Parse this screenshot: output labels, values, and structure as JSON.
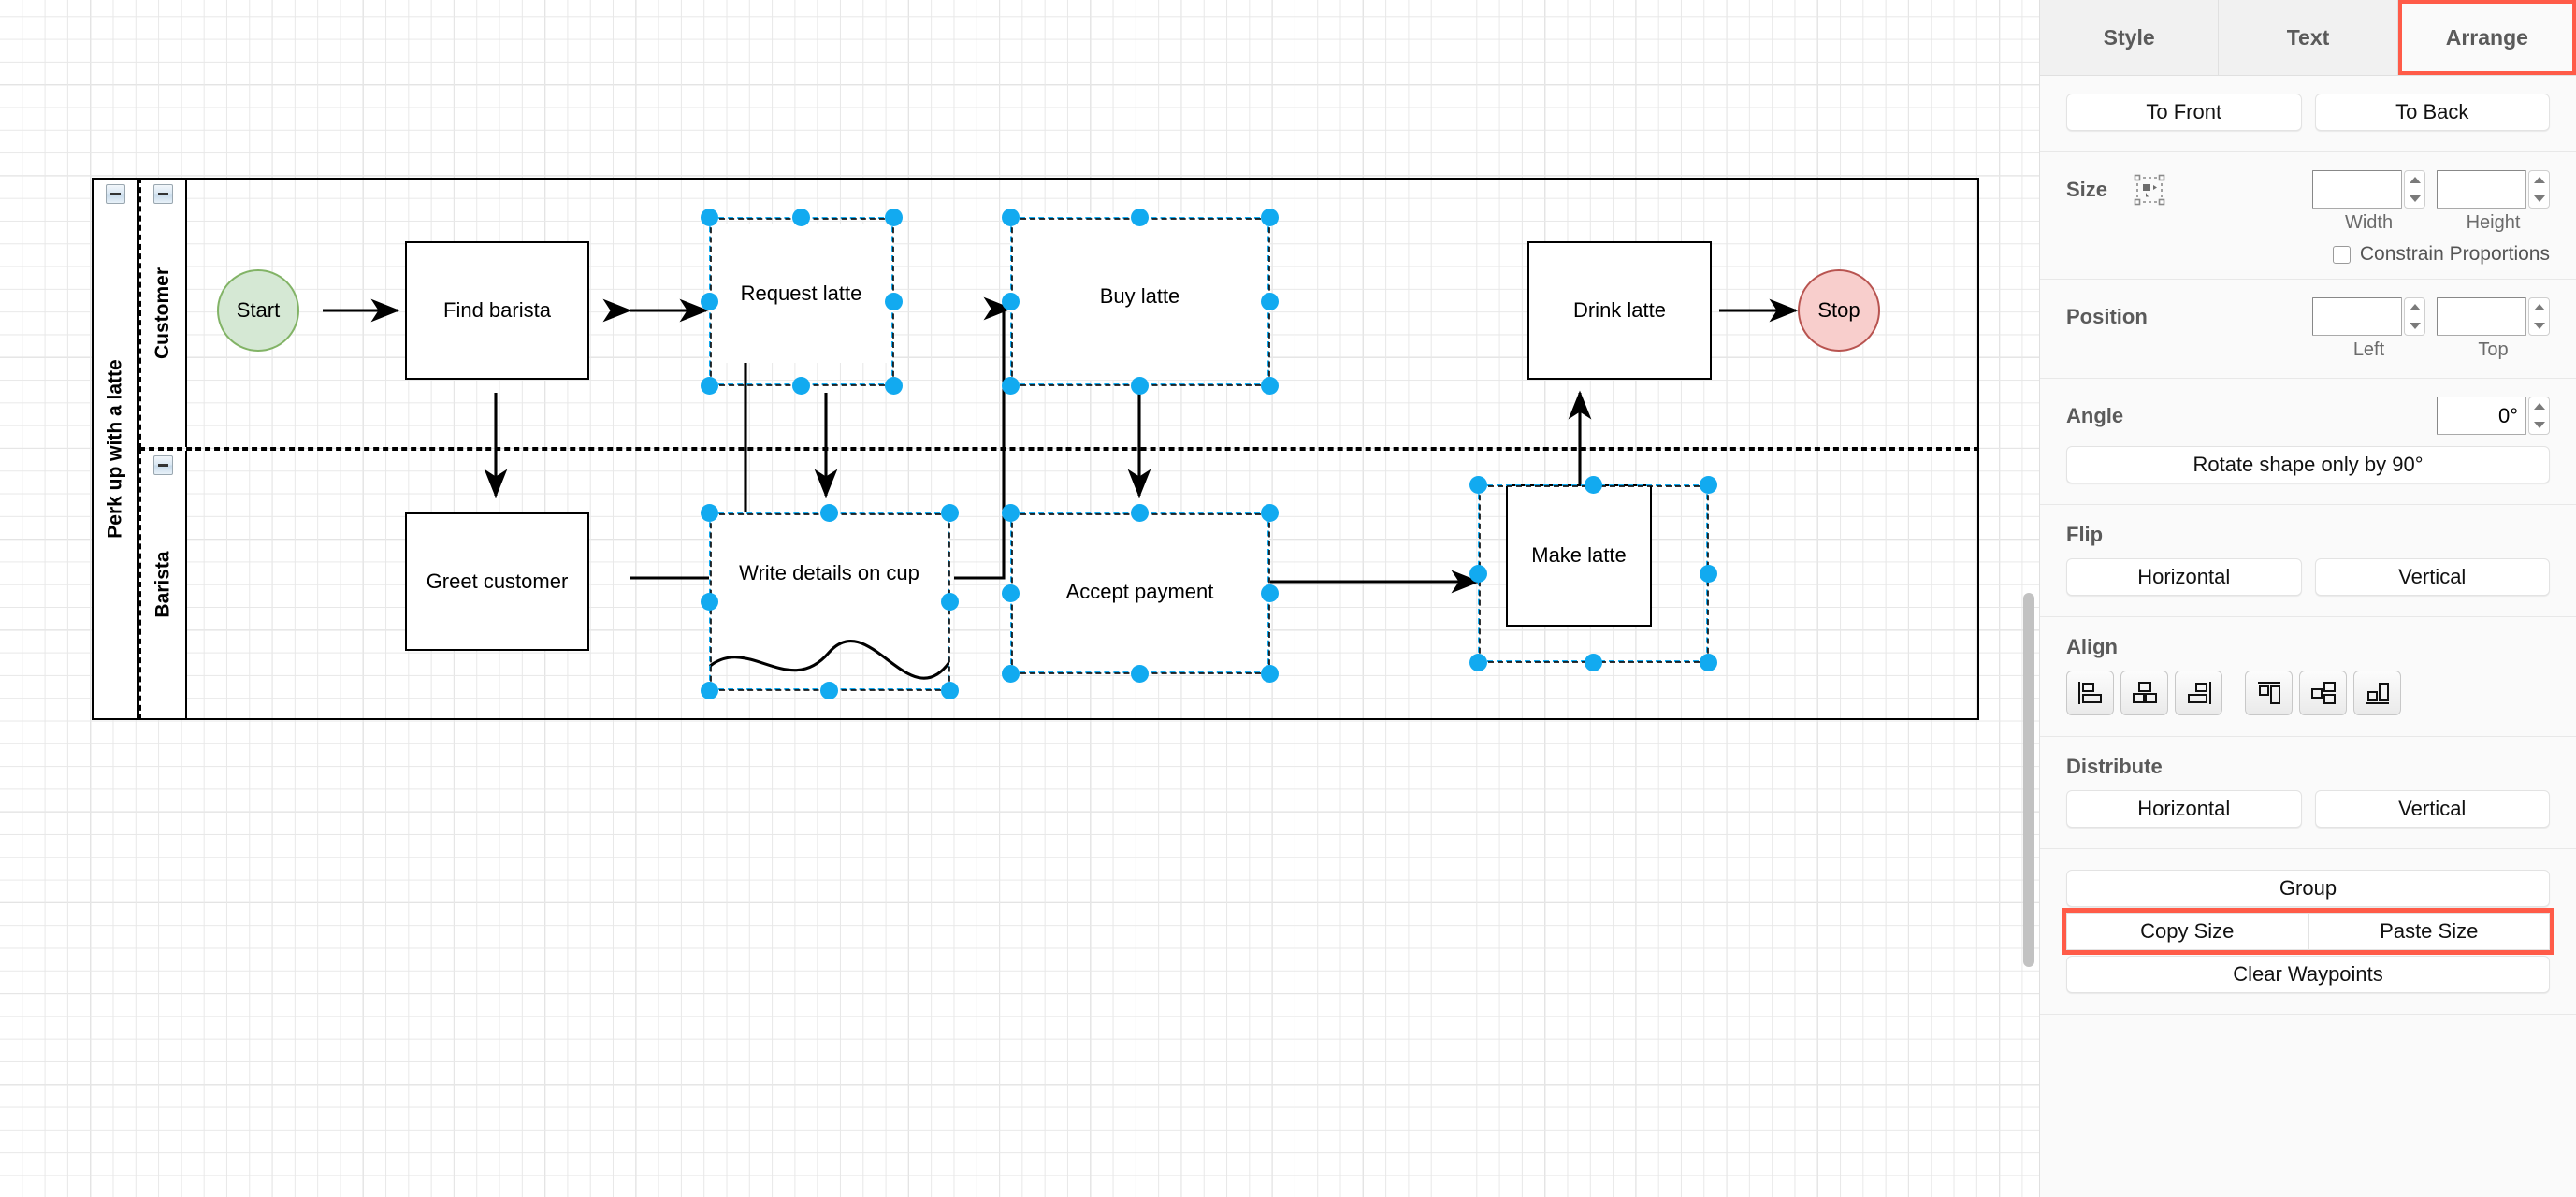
{
  "canvas": {
    "pool": {
      "title": "Perk up with a latte",
      "collapse_icon": "collapse-minus-icon"
    },
    "lanes": [
      {
        "title": "Customer",
        "collapse_icon": "collapse-minus-icon"
      },
      {
        "title": "Barista",
        "collapse_icon": "collapse-minus-icon"
      }
    ],
    "nodes": [
      {
        "id": "start",
        "label": "Start",
        "shape": "ellipse",
        "selected": false,
        "fill": "#d5e8d4",
        "stroke": "#82b366"
      },
      {
        "id": "find-barista",
        "label": "Find barista",
        "shape": "rect",
        "selected": false
      },
      {
        "id": "request-latte",
        "label": "Request latte",
        "shape": "rect",
        "selected": true
      },
      {
        "id": "buy-latte",
        "label": "Buy latte",
        "shape": "rect",
        "selected": true
      },
      {
        "id": "drink-latte",
        "label": "Drink latte",
        "shape": "rect",
        "selected": false
      },
      {
        "id": "stop",
        "label": "Stop",
        "shape": "ellipse",
        "selected": false,
        "fill": "#f8cecc",
        "stroke": "#b85450"
      },
      {
        "id": "greet-customer",
        "label": "Greet customer",
        "shape": "rect",
        "selected": false
      },
      {
        "id": "write-details",
        "label": "Write details on cup",
        "shape": "document",
        "selected": true
      },
      {
        "id": "accept-payment",
        "label": "Accept payment",
        "shape": "rect",
        "selected": true
      },
      {
        "id": "make-latte",
        "label": "Make latte",
        "shape": "rect",
        "selected": true
      }
    ],
    "scrollbar": "vertical-scrollbar"
  },
  "panel": {
    "tabs": [
      {
        "label": "Style",
        "active": false,
        "highlighted": false
      },
      {
        "label": "Text",
        "active": false,
        "highlighted": false
      },
      {
        "label": "Arrange",
        "active": true,
        "highlighted": true
      }
    ],
    "order": {
      "to_front": "To Front",
      "to_back": "To Back"
    },
    "size": {
      "label": "Size",
      "icon": "autosize-icon",
      "width_value": "",
      "width_label": "Width",
      "height_value": "",
      "height_label": "Height",
      "constrain_label": "Constrain Proportions",
      "constrain_checked": false
    },
    "position": {
      "label": "Position",
      "left_value": "",
      "left_label": "Left",
      "top_value": "",
      "top_label": "Top"
    },
    "angle": {
      "label": "Angle",
      "value": "0°",
      "rotate_label": "Rotate shape only by 90°"
    },
    "flip": {
      "label": "Flip",
      "horizontal": "Horizontal",
      "vertical": "Vertical"
    },
    "align": {
      "label": "Align",
      "buttons": [
        "align-left-icon",
        "align-center-icon",
        "align-right-icon",
        "align-top-icon",
        "align-middle-icon",
        "align-bottom-icon"
      ]
    },
    "distribute": {
      "label": "Distribute",
      "horizontal": "Horizontal",
      "vertical": "Vertical"
    },
    "actions": {
      "group": "Group",
      "copy_size": "Copy Size",
      "paste_size": "Paste Size",
      "clear_waypoints": "Clear Waypoints",
      "highlight_color": "#ff5b48"
    }
  }
}
